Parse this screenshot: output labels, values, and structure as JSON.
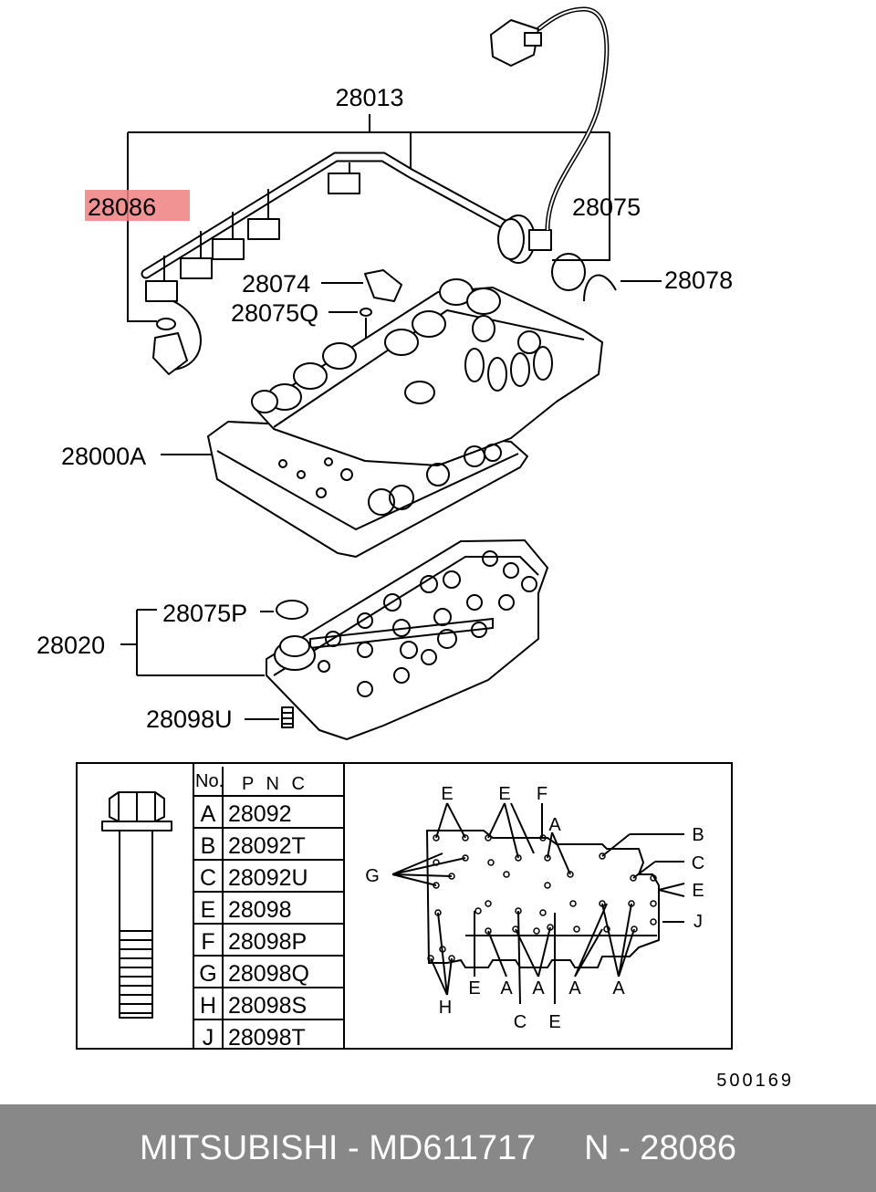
{
  "callouts": {
    "harness": "28013",
    "highlighted": "28086",
    "oring_top": "28075",
    "clip": "28078",
    "bracket": "28074",
    "oring_q": "28075Q",
    "valve_body": "28000A",
    "oring_p": "28075P",
    "cover": "28020",
    "bolt_u": "28098U"
  },
  "highlight_color": "#f08080",
  "table": {
    "header_no": "No.",
    "header_pnc": "P N C",
    "rows": [
      {
        "no": "A",
        "pnc": "28092"
      },
      {
        "no": "B",
        "pnc": "28092T"
      },
      {
        "no": "C",
        "pnc": "28092U"
      },
      {
        "no": "E",
        "pnc": "28098"
      },
      {
        "no": "F",
        "pnc": "28098P"
      },
      {
        "no": "G",
        "pnc": "28098Q"
      },
      {
        "no": "H",
        "pnc": "28098S"
      },
      {
        "no": "J",
        "pnc": "28098T"
      }
    ]
  },
  "bolt_map_letters": {
    "E1": "E",
    "E2": "E",
    "F": "F",
    "A_top": "A",
    "B": "B",
    "C_right": "C",
    "E_right": "E",
    "J": "J",
    "G": "G",
    "H": "H",
    "E_bottom": "E",
    "A_b1": "A",
    "A_b2": "A",
    "C_bottom": "C",
    "E_b2": "E",
    "A_b3": "A",
    "A_b4": "A"
  },
  "diagram_code": "500169",
  "footer": {
    "text": "MITSUBISHI - MD611717     N - 28086"
  }
}
